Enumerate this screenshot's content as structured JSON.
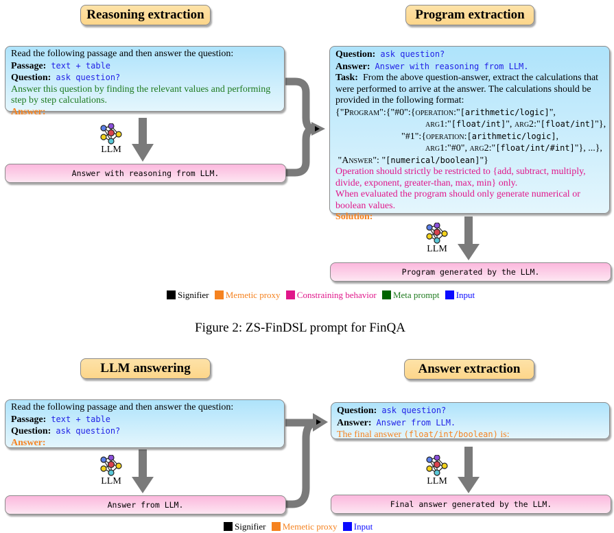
{
  "figure2": {
    "reasoning": {
      "title": "Reasoning extraction",
      "prompt": {
        "intro": "Read the following passage and then answer the question:",
        "passage_label": "Passage:",
        "passage_value": "text + table",
        "question_label": "Question:",
        "question_value": "ask question?",
        "meta_line1": "Answer this question by finding the relevant values and performing",
        "meta_line2": "step by step calculations.",
        "answer_label": "Answer:"
      },
      "llm_label": "LLM",
      "output": "Answer with reasoning from LLM."
    },
    "program": {
      "title": "Program extraction",
      "prompt": {
        "question_label": "Question:",
        "question_value": "ask question?",
        "answer_label": "Answer:",
        "answer_value": "Answer with reasoning from LLM.",
        "task_label": "Task:",
        "task_line1": "From the above question-answer, extract the calculations that",
        "task_line2": "were performed to arrive at the answer.  The calculations should be",
        "task_line3": "provided in the following format:",
        "fmt": {
          "l1_a": "{\"",
          "l1_program": "Program",
          "l1_b": "\":{\"#0\":{",
          "l1_operation": "operation",
          "l1_c": ":\"",
          "l1_mono": "[arithmetic/logic]",
          "l1_d": "\",",
          "l2_arg1": "arg1",
          "l2_a": ":\"",
          "l2_mono1": "[float/int]",
          "l2_b": "\", ",
          "l2_arg2": "arg2",
          "l2_c": ":\"",
          "l2_mono2": "[float/int]",
          "l2_d": "\"},",
          "l3_a": "\"#1\":{",
          "l3_operation": "operation",
          "l3_b": ":",
          "l3_mono": "[arithmetic/logic]",
          "l3_c": ",",
          "l4_arg1": "arg1",
          "l4_a": ":\"#0\", ",
          "l4_arg2": "arg2",
          "l4_b": ":\"",
          "l4_mono": "[float/int/#int]",
          "l4_c": "\"}, ...},",
          "l5_a": " \"",
          "l5_answer": "Answer",
          "l5_b": "\": \"",
          "l5_mono": "[numerical/boolean]",
          "l5_c": "\"}"
        },
        "constraint_line1": "Operation should strictly be restricted to {add, subtract, multiply,",
        "constraint_line2": "divide, exponent, greater-than, max, min} only.",
        "constraint_line3": "When evaluated the program should only generate numerical or",
        "constraint_line4": "boolean values.",
        "solution_label": "Solution:"
      },
      "llm_label": "LLM",
      "output": "Program generated by the LLM."
    },
    "legend": [
      {
        "label": "Signifier",
        "color": "#000000"
      },
      {
        "label": "Memetic proxy",
        "color": "#f5821f"
      },
      {
        "label": "Constraining behavior",
        "color": "#e0168a"
      },
      {
        "label": "Meta prompt",
        "color": "#006400"
      },
      {
        "label": "Input",
        "color": "#0a0aff"
      }
    ],
    "caption": "Figure 2: ZS-FinDSL prompt for FinQA"
  },
  "figure3": {
    "answering": {
      "title": "LLM answering",
      "prompt": {
        "intro": "Read the following passage and then answer the question:",
        "passage_label": "Passage:",
        "passage_value": "text + table",
        "question_label": "Question:",
        "question_value": "ask question?",
        "answer_label": "Answer:"
      },
      "llm_label": "LLM",
      "output": "Answer from LLM."
    },
    "extraction": {
      "title": "Answer extraction",
      "prompt": {
        "question_label": "Question:",
        "question_value": "ask question?",
        "answer_label": "Answer:",
        "answer_value": "Answer from LLM.",
        "final_a": "The final answer ",
        "final_mono": "(float/int/boolean)",
        "final_b": " is:"
      },
      "llm_label": "LLM",
      "output": "Final answer generated by the LLM."
    },
    "legend": [
      {
        "label": "Signifier",
        "color": "#000000"
      },
      {
        "label": "Memetic proxy",
        "color": "#f5821f"
      },
      {
        "label": "Input",
        "color": "#0a0aff"
      }
    ]
  }
}
